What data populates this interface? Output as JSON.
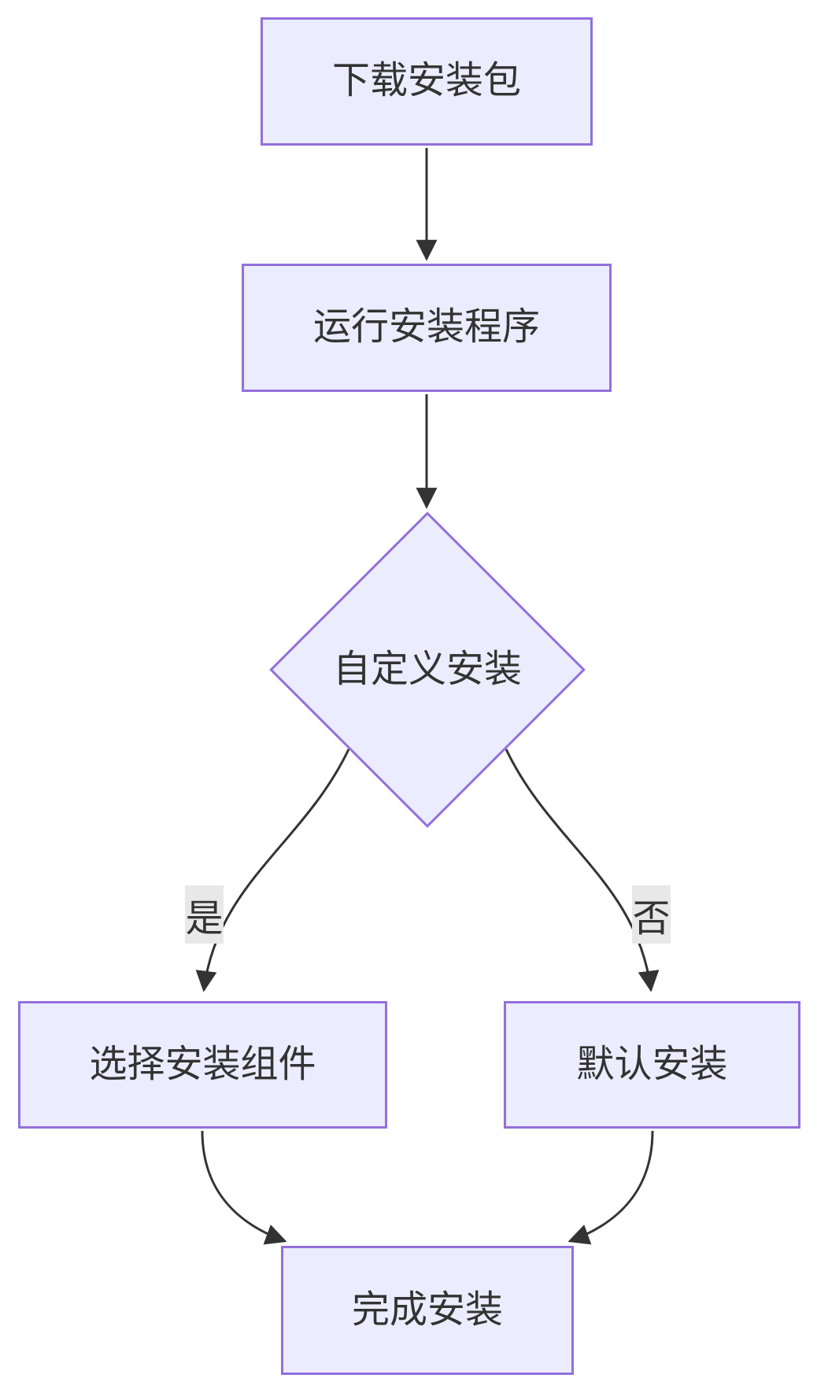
{
  "diagram": {
    "type": "flowchart",
    "direction": "top-down",
    "colors": {
      "node_fill": "#ECECFF",
      "node_border": "#9370DB",
      "edge": "#333333",
      "text": "#333333",
      "edge_label_bg": "#e8e8e8",
      "background": "#ffffff"
    },
    "nodes": [
      {
        "id": "A",
        "shape": "rect",
        "label": "下载安装包"
      },
      {
        "id": "B",
        "shape": "rect",
        "label": "运行安装程序"
      },
      {
        "id": "C",
        "shape": "diamond",
        "label": "自定义安装"
      },
      {
        "id": "D",
        "shape": "rect",
        "label": "选择安装组件"
      },
      {
        "id": "E",
        "shape": "rect",
        "label": "默认安装"
      },
      {
        "id": "F",
        "shape": "rect",
        "label": "完成安装"
      }
    ],
    "edges": [
      {
        "from": "A",
        "to": "B",
        "label": ""
      },
      {
        "from": "B",
        "to": "C",
        "label": ""
      },
      {
        "from": "C",
        "to": "D",
        "label": "是"
      },
      {
        "from": "C",
        "to": "E",
        "label": "否"
      },
      {
        "from": "D",
        "to": "F",
        "label": ""
      },
      {
        "from": "E",
        "to": "F",
        "label": ""
      }
    ]
  }
}
